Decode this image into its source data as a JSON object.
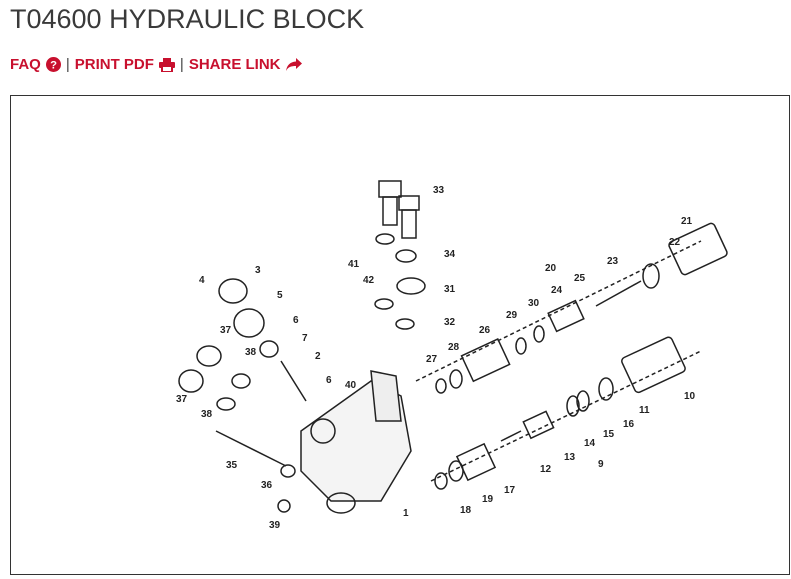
{
  "title": "T04600 HYDRAULIC BLOCK",
  "links": {
    "faq": "FAQ",
    "print_pdf": "PRINT PDF",
    "share_link": "SHARE LINK",
    "separator": "|"
  },
  "colors": {
    "accent": "#c8102e",
    "title": "#3a3a3a"
  },
  "diagram": {
    "callouts": [
      "33",
      "34",
      "41",
      "42",
      "31",
      "32",
      "4",
      "3",
      "5",
      "6",
      "7",
      "2",
      "37",
      "38",
      "37",
      "38",
      "6",
      "40",
      "35",
      "36",
      "39",
      "1",
      "20",
      "21",
      "22",
      "23",
      "25",
      "24",
      "30",
      "29",
      "26",
      "28",
      "27",
      "10",
      "11",
      "16",
      "15",
      "14",
      "9",
      "13",
      "12",
      "17",
      "19",
      "18"
    ]
  }
}
